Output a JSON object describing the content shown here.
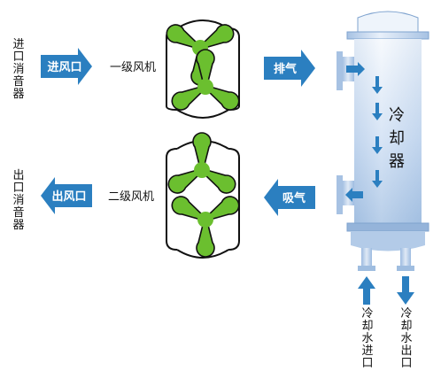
{
  "labels": {
    "inlet_silencer": "进口消音器",
    "inlet_arrow": "进风口",
    "blower1": "一级风机",
    "exhaust_arrow": "排气",
    "cooler": "冷却器",
    "outlet_silencer": "出口消音器",
    "outlet_arrow": "出风口",
    "blower2": "二级风机",
    "suction_arrow": "吸气",
    "water_in": "冷却水进口",
    "water_out": "冷却水出口"
  },
  "colors": {
    "arrow_blue": "#2b7fc0",
    "rotor_green": "#6bbf2f",
    "cooler_top": "#ffffff",
    "cooler_body": "#bcd3ee",
    "cooler_flange": "#9fbde0"
  },
  "icons": {
    "rotor": "tri-lobe-rotor-icon",
    "arrow": "flow-arrow-icon"
  }
}
